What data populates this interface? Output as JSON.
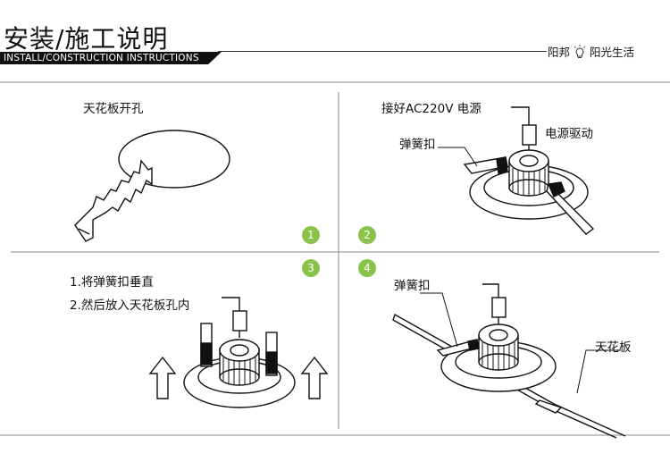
{
  "header": {
    "title_cn": "安装/施工说明",
    "title_en": "INSTALL/CONSTRUCTION INSTRUCTIONS",
    "brand_left": "阳邦",
    "brand_right": "阳光生活"
  },
  "steps": [
    {
      "number": "1",
      "labels": [
        "天花板开孔"
      ]
    },
    {
      "number": "2",
      "labels": [
        "接好AC220V 电源",
        "电源驱动",
        "弹簧扣"
      ]
    },
    {
      "number": "3",
      "labels": [
        "1.将弹簧扣垂直",
        "2.然后放入天花板孔内"
      ]
    },
    {
      "number": "4",
      "labels": [
        "弹簧扣",
        "天花板"
      ]
    }
  ],
  "colors": {
    "step_badge": "#8bc34a",
    "line": "#111111"
  }
}
